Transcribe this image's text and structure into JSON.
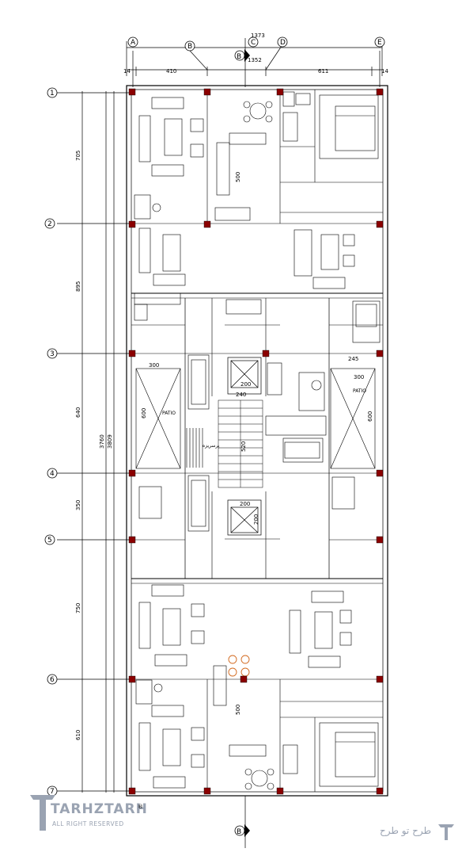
{
  "top_dims": {
    "overall": "1373",
    "inner": "1352",
    "left_bay": "410",
    "right_bay": "611",
    "left_edge": "14",
    "right_edge": "14"
  },
  "column_grid": [
    "A",
    "B",
    "C",
    "D",
    "E"
  ],
  "row_grid": [
    "1",
    "2",
    "3",
    "4",
    "5",
    "6",
    "7"
  ],
  "row_spacings": [
    "705",
    "895",
    "640",
    "350",
    "750",
    "610"
  ],
  "overall_height": "3760",
  "overall_height_outer": "3809",
  "section_marker": "B",
  "patio_left": {
    "label": "PATIO",
    "width": "300",
    "height": "600"
  },
  "patio_right": {
    "label": "PATIO",
    "width": "300",
    "height": "600",
    "offset": "245"
  },
  "core_dims": {
    "elevator_top": "200",
    "elevator_top_width": "240",
    "stair_length": "520",
    "stair_label": "پرسریزه",
    "elevator_bottom_a": "200",
    "elevator_bottom_b": "200",
    "kitchen_top": "500",
    "kitchen_bottom": "500"
  },
  "logo": {
    "brand": "TARHZTARH",
    "reg": "®",
    "tagline": "ALL RIGHT RESERVED",
    "farsi": "طرح تو طرح"
  },
  "colors": {
    "line": "#000000",
    "column": "#8b0000",
    "logo": "#9aa3b2"
  }
}
